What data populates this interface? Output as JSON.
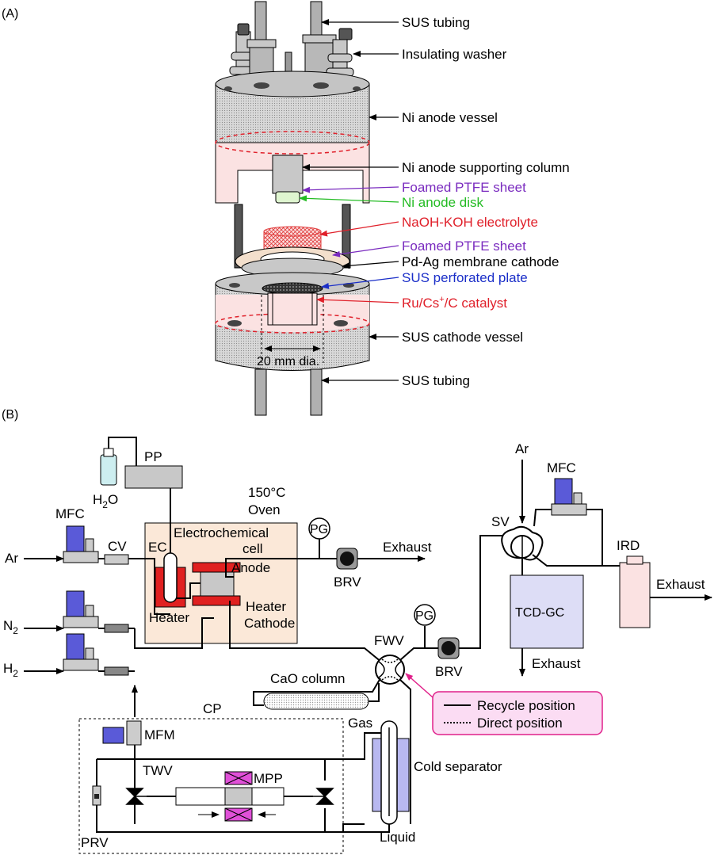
{
  "panel_a": {
    "label": "(A)",
    "callouts": {
      "sus_tubing_top": "SUS tubing",
      "insulating_washer": "Insulating washer",
      "ni_anode_vessel": "Ni anode vessel",
      "ni_anode_column": "Ni anode supporting column",
      "foamed_ptfe_1": "Foamed PTFE sheet",
      "ni_anode_disk": "Ni anode disk",
      "electrolyte": "NaOH-KOH electrolyte",
      "foamed_ptfe_2": "Foamed PTFE sheet",
      "pdag_membrane": "Pd-Ag membrane cathode",
      "sus_plate": "SUS perforated plate",
      "catalyst_pre": "Ru/Cs",
      "catalyst_sup": "+",
      "catalyst_post": "/C catalyst",
      "sus_cathode_vessel": "SUS cathode vessel",
      "sus_tubing_bottom": "SUS tubing",
      "diameter": "20 mm dia."
    },
    "colors": {
      "purple_callout": "#7a2bbf",
      "green_callout": "#22bb22",
      "red_callout": "#e0202a",
      "blue_callout": "#1a2ec8"
    }
  },
  "panel_b": {
    "label": "(B)",
    "pp": "PP",
    "h2o_main": "H",
    "h2o_sub": "2",
    "h2o_end": "O",
    "oven_temp": "150°C",
    "oven": "Oven",
    "mfc_ar": "MFC",
    "cv": "CV",
    "ar_in": "Ar",
    "ec": "EC",
    "electrochem_1": "Electrochemical",
    "electrochem_2": "cell",
    "anode": "Anode",
    "heater_left": "Heater",
    "heater_right": "Heater",
    "cathode": "Cathode",
    "pg_top": "PG",
    "brv_top": "BRV",
    "exhaust_top": "Exhaust",
    "n2_main": "N",
    "n2_sub": "2",
    "h2_main": "H",
    "h2_sub": "2",
    "fwv": "FWV",
    "pg_mid": "PG",
    "brv_mid": "BRV",
    "cao_column": "CaO column",
    "cp": "CP",
    "mfm": "MFM",
    "gas": "Gas",
    "tww": "TWV",
    "mpp": "MPP",
    "cold_separator": "Cold separator",
    "prv": "PRV",
    "liquid": "Liquid",
    "ar_right": "Ar",
    "mfc_right": "MFC",
    "sv": "SV",
    "ird": "IRD",
    "exhaust_right": "Exhaust",
    "tcd_gc": "TCD-GC",
    "exhaust_bottom": "Exhaust",
    "legend_recycle": "Recycle position",
    "legend_direct": "Direct position"
  }
}
